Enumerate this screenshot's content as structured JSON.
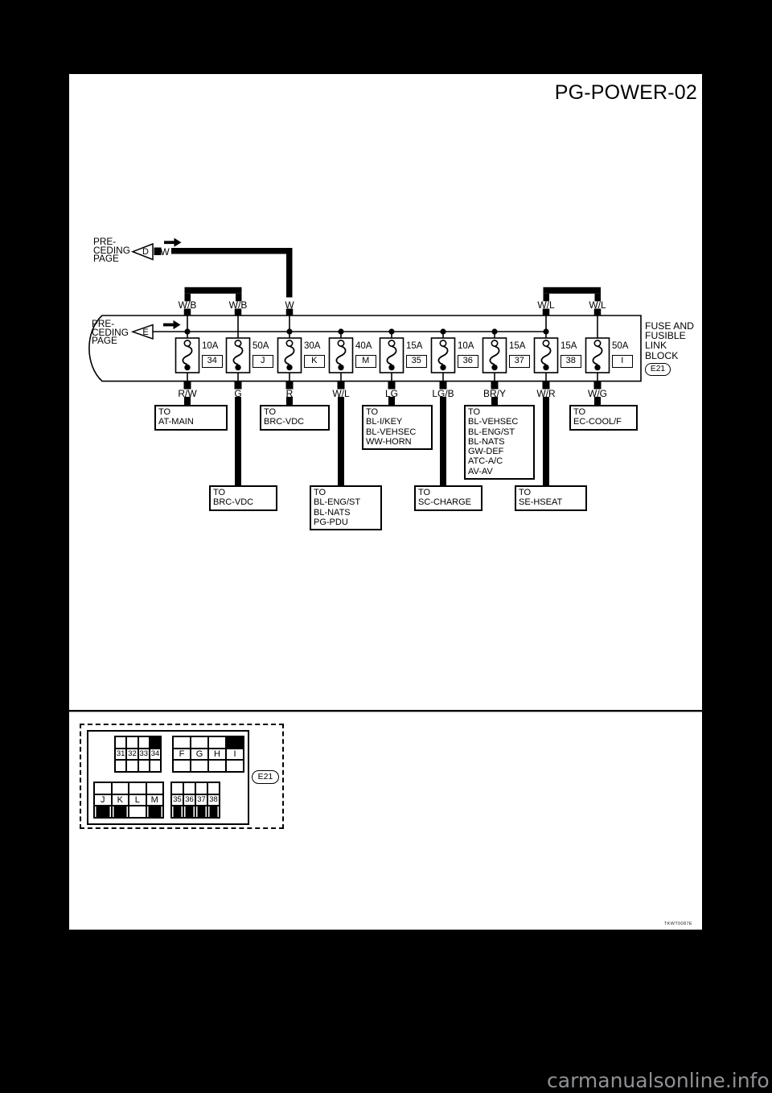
{
  "title": "PG-POWER-02",
  "figure_code": "TKWT0087E",
  "watermark": "carmanualsonline.info",
  "preceding_page": {
    "label": "PRE-\nCEDING\nPAGE",
    "d": {
      "letter": "D",
      "wire": "W"
    },
    "e": {
      "letter": "E"
    }
  },
  "fuse_block": {
    "label": "FUSE AND\nFUSIBLE\nLINK\nBLOCK",
    "connector_id": "E21",
    "top_feeds": [
      "W/B",
      "W/B",
      "W",
      "W/L",
      "W/L"
    ],
    "fuses": [
      {
        "amp": "10A",
        "id": "34",
        "out": "R/W"
      },
      {
        "amp": "50A",
        "id": "J",
        "out": "G"
      },
      {
        "amp": "30A",
        "id": "K",
        "out": "R"
      },
      {
        "amp": "40A",
        "id": "M",
        "out": "W/L"
      },
      {
        "amp": "15A",
        "id": "35",
        "out": "LG"
      },
      {
        "amp": "10A",
        "id": "36",
        "out": "LG/B"
      },
      {
        "amp": "15A",
        "id": "37",
        "out": "BR/Y"
      },
      {
        "amp": "15A",
        "id": "38",
        "out": "W/R"
      },
      {
        "amp": "50A",
        "id": "I",
        "out": "W/G"
      }
    ]
  },
  "to_boxes": {
    "upper": [
      "TO\nAT-MAIN",
      "TO\nBRC-VDC",
      "TO\nBL-I/KEY\nBL-VEHSEC\nWW-HORN",
      "TO\nBL-VEHSEC\nBL-ENG/ST\nBL-NATS\nGW-DEF\nATC-A/C\nAV-AV",
      "TO\nEC-COOL/F"
    ],
    "lower": [
      "TO\nBRC-VDC",
      "TO\nBL-ENG/ST\nBL-NATS\nPG-PDU",
      "TO\nSC-CHARGE",
      "TO\nSE-HSEAT"
    ]
  },
  "connector_view": {
    "id": "E21",
    "grid_31": [
      "31",
      "32",
      "33",
      "34"
    ],
    "grid_fi": [
      "F",
      "G",
      "H",
      "I"
    ],
    "grid_jm": [
      "J",
      "K",
      "L",
      "M"
    ],
    "grid_35": [
      "35",
      "36",
      "37",
      "38"
    ]
  }
}
